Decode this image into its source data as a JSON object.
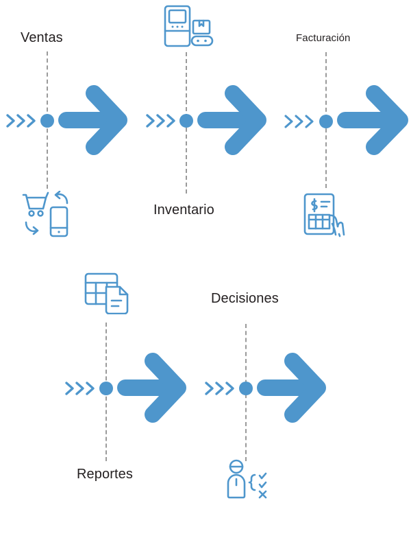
{
  "diagram": {
    "type": "process-timeline",
    "title": "",
    "accent_color": "#4e96cc",
    "icon_color": "#4e96cc",
    "label_color": "#231f20",
    "dash_color": "#9a9a9a",
    "background_color": "#ffffff",
    "rows": 2,
    "stages": [
      {
        "id": "ventas",
        "label": "Ventas",
        "label_size": "large",
        "label_position": "above",
        "icon": "shopping-cart-mobile-exchange-icon",
        "icon_position": "below",
        "row": 1,
        "order": 1,
        "marker": {
          "chevrons": 3,
          "dot": true,
          "arrow": "right"
        }
      },
      {
        "id": "inventario",
        "label": "Inventario",
        "label_size": "large",
        "label_position": "below",
        "icon": "barcode-scanner-conveyor-box-icon",
        "icon_position": "above",
        "row": 1,
        "order": 2,
        "marker": {
          "chevrons": 3,
          "dot": true,
          "arrow": "right"
        }
      },
      {
        "id": "facturacion",
        "label": "Facturación",
        "label_size": "small",
        "label_position": "above",
        "icon": "invoice-hand-icon",
        "icon_position": "below",
        "row": 1,
        "order": 3,
        "marker": {
          "chevrons": 3,
          "dot": true,
          "arrow": "right"
        }
      },
      {
        "id": "reportes",
        "label": "Reportes",
        "label_size": "large",
        "label_position": "below",
        "icon": "spreadsheet-document-icon",
        "icon_position": "above",
        "row": 2,
        "order": 4,
        "marker": {
          "chevrons": 3,
          "dot": true,
          "arrow": "right"
        }
      },
      {
        "id": "decisiones",
        "label": "Decisiones",
        "label_size": "large",
        "label_position": "above",
        "icon": "person-checklist-icon",
        "icon_position": "below",
        "row": 2,
        "order": 5,
        "marker": {
          "chevrons": 3,
          "dot": true,
          "arrow": "right"
        }
      }
    ]
  }
}
